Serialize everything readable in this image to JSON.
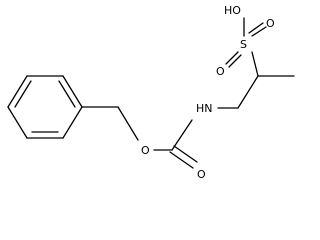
{
  "atoms": {
    "hydroxyl": "HO",
    "sulfur": "S",
    "sulfonyl_oxygen_upper": "O",
    "sulfonyl_oxygen_lower": "O",
    "amine": "HN",
    "ester_oxygen": "O",
    "carbonyl_oxygen": "O"
  }
}
